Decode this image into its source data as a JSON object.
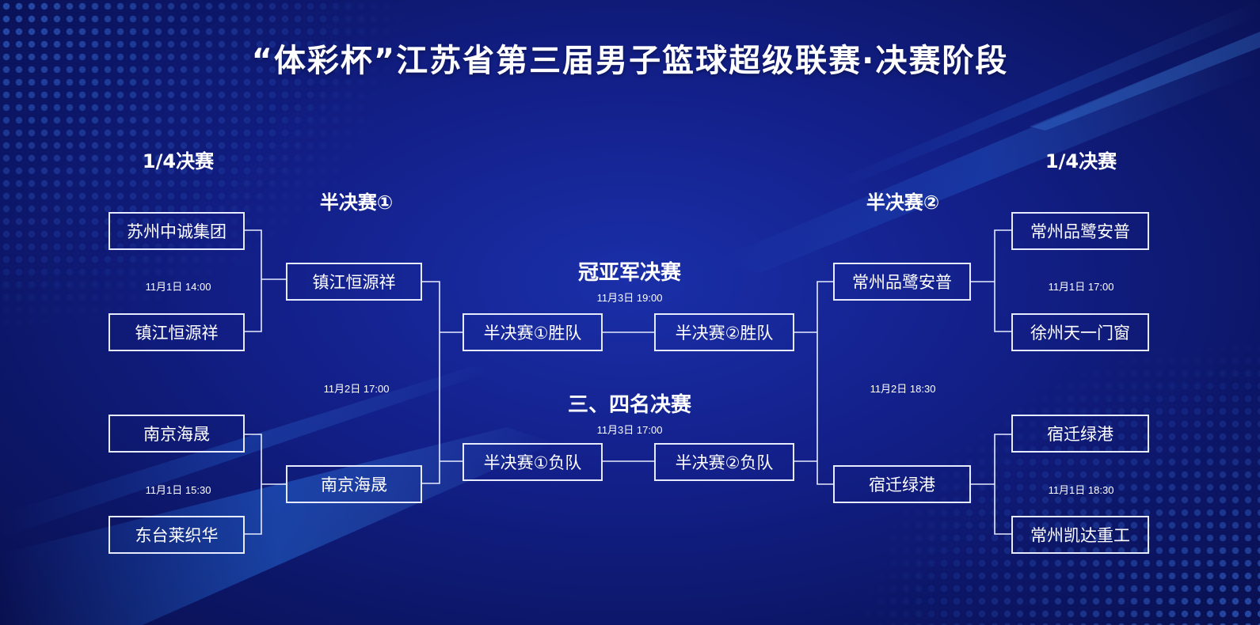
{
  "title": "“体彩杯”江苏省第三届男子篮球超级联赛·决赛阶段",
  "left": {
    "quarter_heading": "1/4决赛",
    "semi_heading": "半决赛①",
    "qf": [
      {
        "team": "苏州中诚集团"
      },
      {
        "team": "镇江恒源祥"
      },
      {
        "team": "南京海晟"
      },
      {
        "team": "东台莱织华"
      }
    ],
    "qf_times": [
      "11月1日 14:00",
      "11月1日 15:30"
    ],
    "semi": [
      {
        "team": "镇江恒源祥"
      },
      {
        "team": "南京海晟"
      }
    ],
    "semi_time": "11月2日 17:00"
  },
  "right": {
    "quarter_heading": "1/4决赛",
    "semi_heading": "半决赛②",
    "qf": [
      {
        "team": "常州品鹭安普"
      },
      {
        "team": "徐州天一门窗"
      },
      {
        "team": "宿迁绿港"
      },
      {
        "team": "常州凯达重工"
      }
    ],
    "qf_times": [
      "11月1日 17:00",
      "11月1日 18:30"
    ],
    "semi": [
      {
        "team": "常州品鹭安普"
      },
      {
        "team": "宿迁绿港"
      }
    ],
    "semi_time": "11月2日 18:30"
  },
  "final": {
    "heading": "冠亚军决赛",
    "time": "11月3日 19:00",
    "left_team": "半决赛①胜队",
    "right_team": "半决赛②胜队"
  },
  "third_place": {
    "heading": "三、四名决赛",
    "time": "11月3日 17:00",
    "left_team": "半决赛①负队",
    "right_team": "半决赛②负队"
  },
  "colors": {
    "background_dark": "#09104f",
    "background_mid": "#13208a",
    "accent_light": "#2a7df0",
    "line": "#e6ebff"
  }
}
